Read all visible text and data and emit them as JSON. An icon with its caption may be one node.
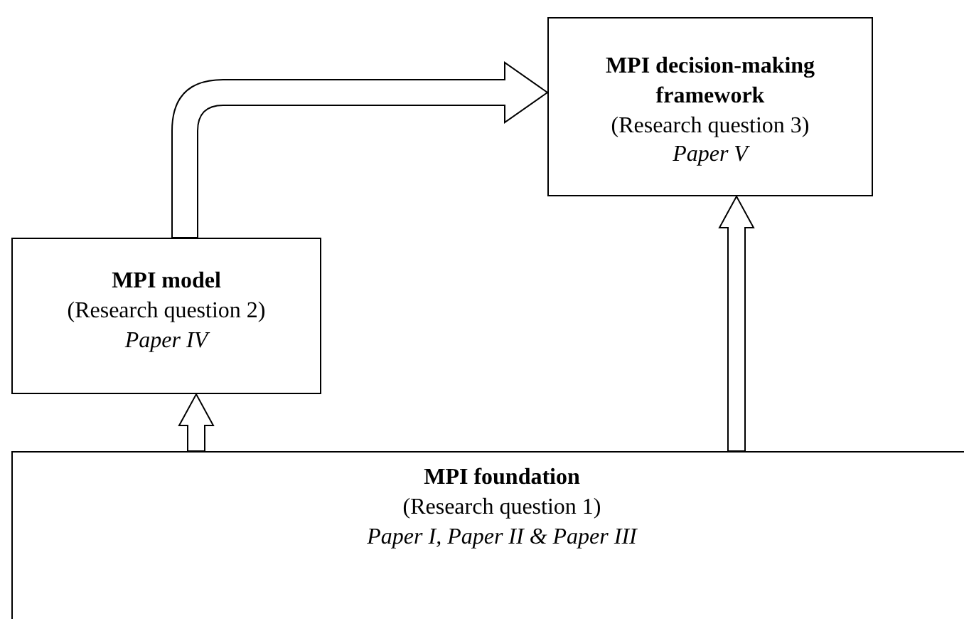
{
  "diagram": {
    "nodes": [
      {
        "text": [
          "MPI model",
          "(Research question 2)",
          "Paper IV"
        ]
      },
      {
        "text": [
          "MPI decision-making framework",
          "(Research question 3)",
          "Paper V"
        ]
      },
      {
        "text": [
          "MPI foundation",
          "(Research question 1)",
          "Paper I, Paper II & Paper III"
        ]
      }
    ],
    "edges": [
      {
        "from": 2,
        "to": 0,
        "arrow": "to"
      },
      {
        "from": 2,
        "to": 1,
        "arrow": "to"
      },
      {
        "from": 0,
        "to": 1,
        "arrow": "to"
      }
    ]
  }
}
